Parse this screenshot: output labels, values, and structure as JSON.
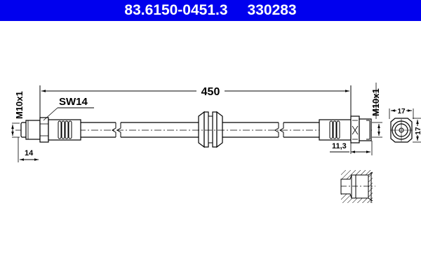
{
  "header": {
    "part_number": "83.6150-0451.3",
    "ref_number": "330283",
    "background_color": "#0000ee",
    "text_color": "#ffffff"
  },
  "drawing": {
    "overall_length": "450",
    "left_wrench_size": "SW14",
    "left_thread": "M10x1",
    "left_dim": "14",
    "right_thread": "M10x1",
    "right_dim": "11,3",
    "end_view_width": "17",
    "end_view_height": "17"
  }
}
